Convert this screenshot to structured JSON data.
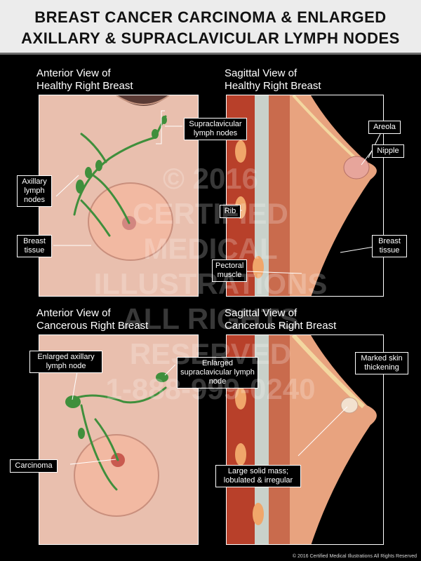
{
  "header": {
    "line1": "BREAST CANCER CARCINOMA & ENLARGED",
    "line2": "AXILLARY & SUPRACLAVICULAR LYMPH NODES"
  },
  "panels": {
    "top_left": {
      "title1": "Anterior View of",
      "title2": "Healthy Right Breast"
    },
    "top_right": {
      "title1": "Sagittal View of",
      "title2": "Healthy Right Breast"
    },
    "bottom_left": {
      "title1": "Anterior View of",
      "title2": "Cancerous Right Breast"
    },
    "bottom_right": {
      "title1": "Sagittal View of",
      "title2": "Cancerous Right Breast"
    }
  },
  "labels": {
    "supraclavicular": "Supraclavicular lymph nodes",
    "axillary": "Axillary lymph nodes",
    "breast_tissue_left": "Breast tissue",
    "areola": "Areola",
    "nipple": "Nipple",
    "rib": "Rib",
    "breast_tissue_right": "Breast tissue",
    "pectoral": "Pectoral muscle",
    "enlarged_axillary": "Enlarged axillary lymph node",
    "enlarged_supra": "Enlarged supraclavicular lymph node",
    "carcinoma": "Carcinoma",
    "skin_thickening": "Marked skin thickening",
    "large_mass": "Large solid mass; lobulated & irregular"
  },
  "watermark": [
    "© 2016",
    "CERTIFIED",
    "MEDICAL",
    "ILLUSTRATIONS",
    "ALL RIGHTS",
    "RESERVED",
    "1-888-999-0240"
  ],
  "copyright": "© 2016 Certified Medical Illustrations All Rights Reserved",
  "colors": {
    "skin": "#e9bfae",
    "tissue": "#e8a37f",
    "lymph": "#3f8f3c",
    "muscle": "#b8402a"
  }
}
